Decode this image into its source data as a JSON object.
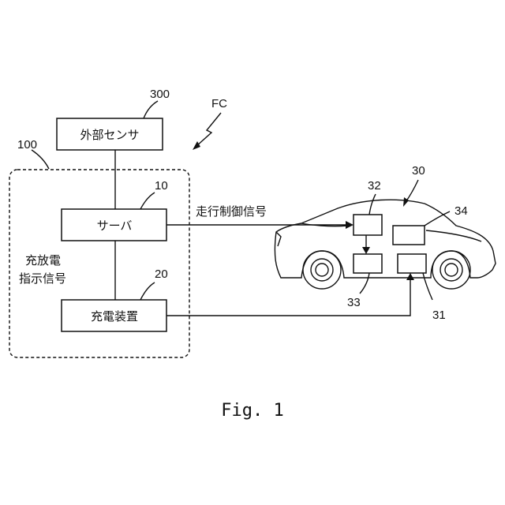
{
  "nodes": {
    "external_sensor": {
      "label": "外部センサ",
      "ref": "300"
    },
    "system_group": {
      "ref": "100"
    },
    "server": {
      "label": "サーバ",
      "ref": "10"
    },
    "charger": {
      "label": "充電装置",
      "ref": "20"
    },
    "vehicle": {
      "ref": "30"
    },
    "unit_31": {
      "ref": "31"
    },
    "unit_32": {
      "ref": "32"
    },
    "unit_33": {
      "ref": "33"
    },
    "unit_34": {
      "ref": "34"
    }
  },
  "edges": {
    "travel_control_signal": "走行制御信号",
    "charge_discharge_signal_line1": "充放電",
    "charge_discharge_signal_line2": "指示信号"
  },
  "fc_label": "FC",
  "caption": "Fig. 1"
}
